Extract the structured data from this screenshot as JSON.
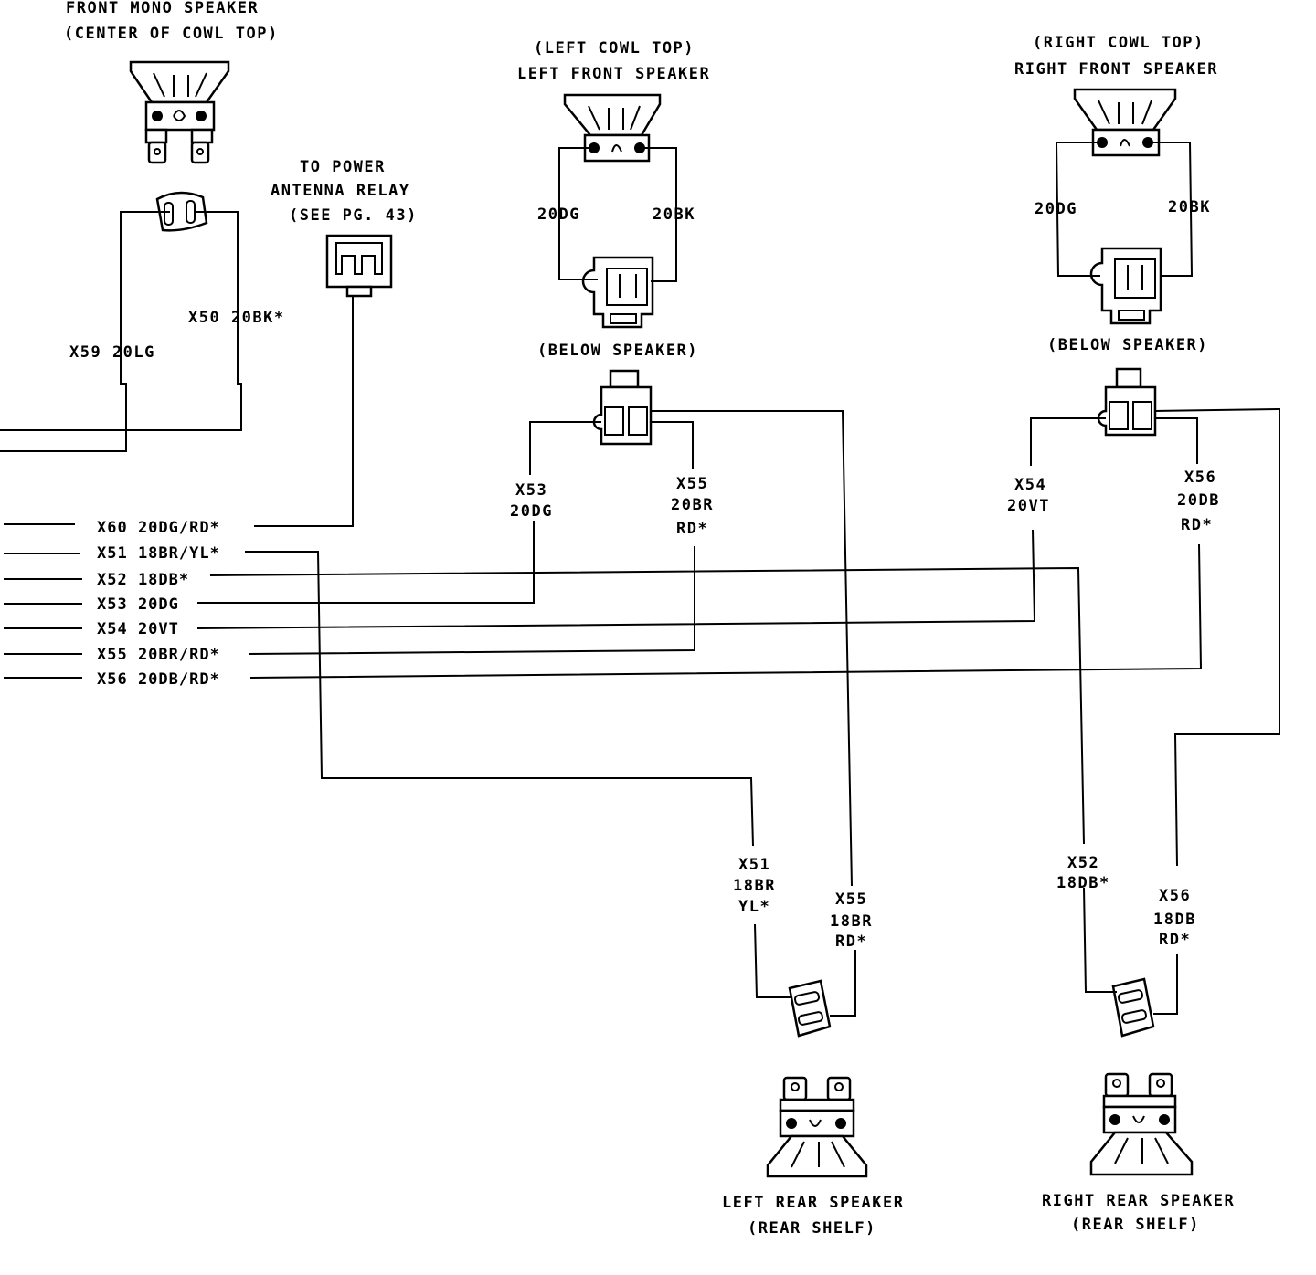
{
  "components": {
    "front_mono": {
      "name": "FRONT MONO SPEAKER",
      "location": "(CENTER OF COWL TOP)"
    },
    "antenna": {
      "line1": "TO POWER",
      "line2": "ANTENNA RELAY",
      "line3": "(SEE PG. 43)"
    },
    "left_front": {
      "location": "(LEFT COWL TOP)",
      "name": "LEFT FRONT SPEAKER",
      "below": "(BELOW SPEAKER)"
    },
    "right_front": {
      "location": "(RIGHT COWL TOP)",
      "name": "RIGHT FRONT SPEAKER",
      "below": "(BELOW SPEAKER)"
    },
    "left_rear": {
      "name": "LEFT REAR SPEAKER",
      "location": "(REAR SHELF)"
    },
    "right_rear": {
      "name": "RIGHT REAR SPEAKER",
      "location": "(REAR SHELF)"
    }
  },
  "wire_labels": {
    "x59": "X59 20LG",
    "x50": "X50 20BK*",
    "lf_left": "20DG",
    "lf_right": "20BK",
    "rf_left": "20DG",
    "rf_right": "20BK",
    "x53_a": "X53",
    "x53_b": "20DG",
    "x55_a": "X55",
    "x55_b": "20BR",
    "x55_c": "RD*",
    "x54_a": "X54",
    "x54_b": "20VT",
    "x56_a": "X56",
    "x56_b": "20DB",
    "x56_c": "RD*",
    "lr_x51_a": "X51",
    "lr_x51_b": "18BR",
    "lr_x51_c": "YL*",
    "lr_x55_a": "X55",
    "lr_x55_b": "18BR",
    "lr_x55_c": "RD*",
    "rr_x52_a": "X52",
    "rr_x52_b": "18DB*",
    "rr_x56_a": "X56",
    "rr_x56_b": "18DB",
    "rr_x56_c": "RD*"
  },
  "harness": [
    "X60 20DG/RD*",
    "X51 18BR/YL*",
    "X52 18DB*",
    "X53 20DG",
    "X54 20VT",
    "X55 20BR/RD*",
    "X56 20DB/RD*"
  ]
}
